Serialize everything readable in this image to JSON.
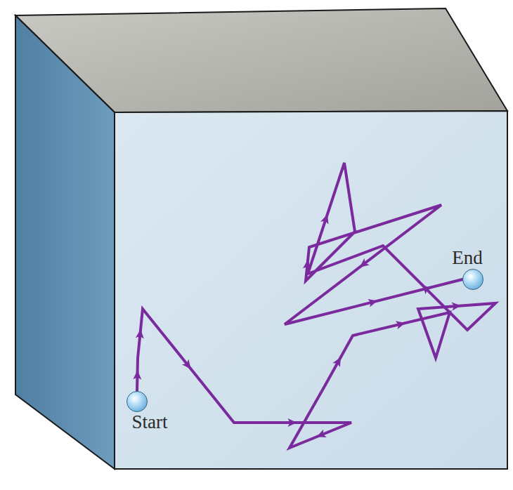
{
  "diagram": {
    "nodes": [
      {
        "text": [
          "Start"
        ]
      },
      {
        "text": [
          "End"
        ]
      }
    ],
    "edges": [
      {
        "from": 0,
        "to": 1,
        "arrow": "none"
      }
    ]
  }
}
